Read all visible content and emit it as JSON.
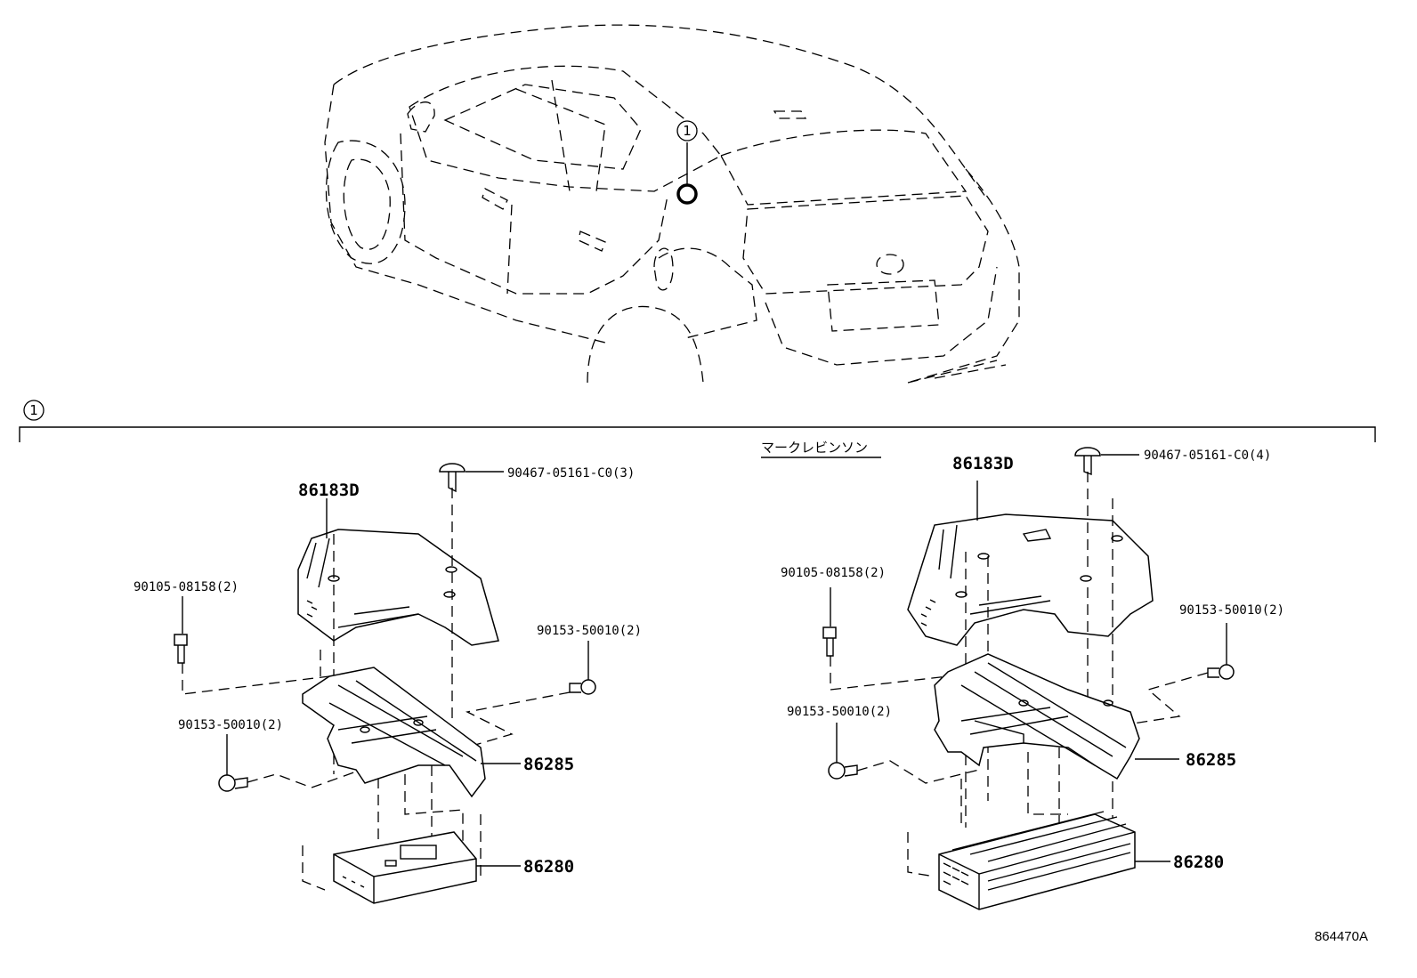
{
  "diagram": {
    "callout_marker": "1",
    "variant_label": "マークレビンソン",
    "drawing_id": "864470A",
    "left_assembly": {
      "cover_part": "86183D",
      "clip_part": "90467-05161-C0(3)",
      "bolt_part": "90105-08158(2)",
      "screw_right_part": "90153-50010(2)",
      "screw_left_part": "90153-50010(2)",
      "bracket_part": "86285",
      "amplifier_part": "86280"
    },
    "right_assembly": {
      "cover_part": "86183D",
      "clip_part": "90467-05161-C0(4)",
      "bolt_part": "90105-08158(2)",
      "screw_right_part": "90153-50010(2)",
      "screw_left_part": "90153-50010(2)",
      "bracket_part": "86285",
      "amplifier_part": "86280"
    }
  }
}
